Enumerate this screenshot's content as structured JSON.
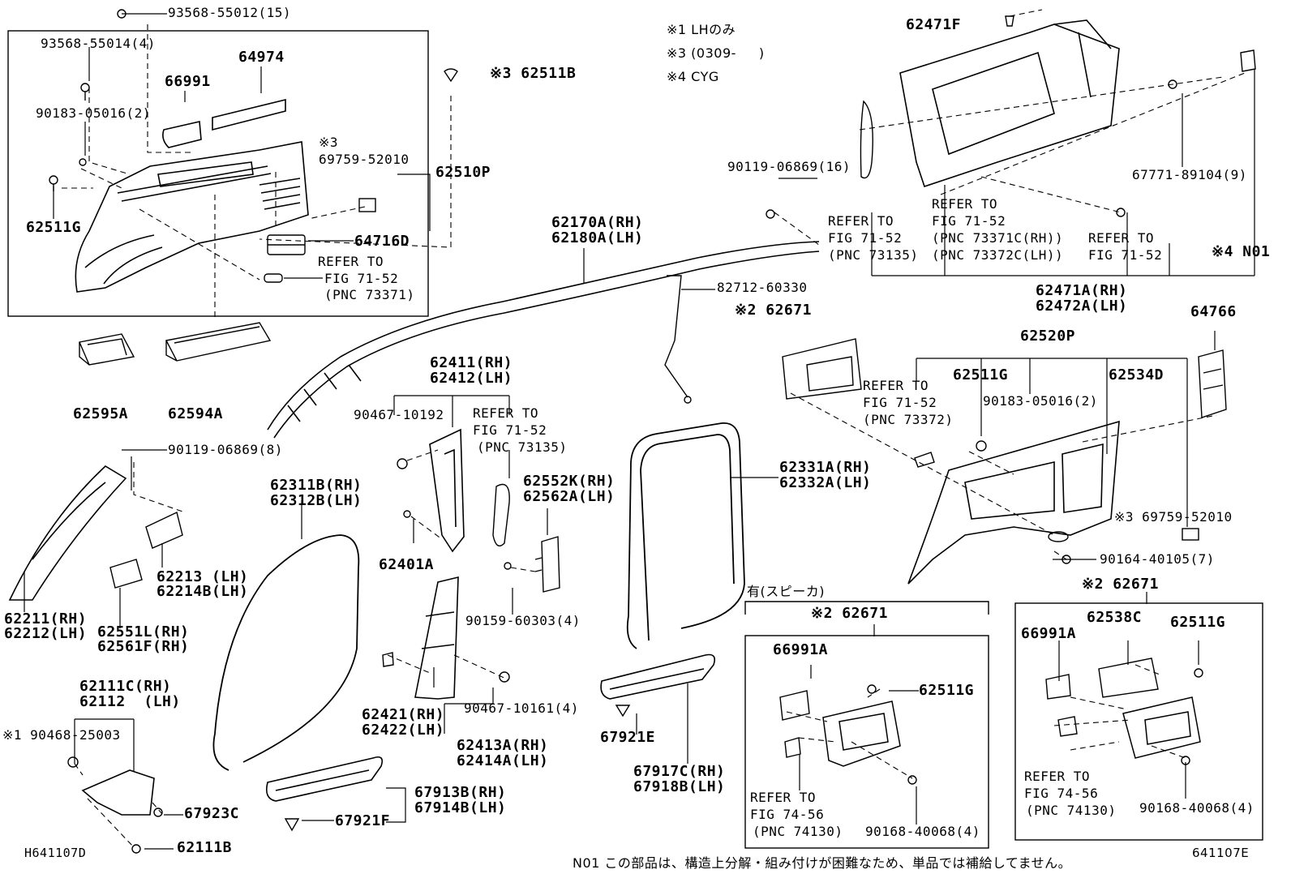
{
  "notes": {
    "note1": "※1 LHのみ",
    "note3": "※3 (0309-     )",
    "note4": "※4 CYG",
    "footer": "N01 この部品は、構造上分解・組み付けが困難なため、単品では補給してません。"
  },
  "codes": {
    "left": "H641107D",
    "right": "641107E"
  },
  "labels": {
    "p93568_55012": "93568-55012(15)",
    "p93568_55014": "93568-55014(4)",
    "p64974": "64974",
    "p66991": "66991",
    "p90183_05016_a": "90183-05016(2)",
    "p62511b": "※3 62511B",
    "note_x3": "※3",
    "p69759_a": "69759-52010",
    "p62510p": "62510P",
    "p62511g_a": "62511G",
    "p64716d": "64716D",
    "ref_73371_1": "REFER TO",
    "ref_73371_2": "FIG 71-52",
    "ref_73371_3": "(PNC 73371)",
    "p62595a": "62595A",
    "p62594a": "62594A",
    "p62471f": "62471F",
    "p90119_16": "90119-06869(16)",
    "ref_73135_a1": "REFER TO",
    "ref_73135_a2": "FIG 71-52",
    "ref_73135_a3": "(PNC 73135)",
    "ref_7337x_1": "REFER TO",
    "ref_7337x_2": "FIG 71-52",
    "ref_7337x_3": "(PNC 73371C(RH))",
    "ref_7337x_4": "(PNC 73372C(LH))",
    "ref_top_1": "REFER TO",
    "ref_top_2": "FIG 71-52",
    "p67771": "67771-89104(9)",
    "p_n01": "※4 N01",
    "p62471a": "62471A(RH)",
    "p62472a": "62472A(LH)",
    "p62170a": "62170A(RH)",
    "p62180a": "62180A(LH)",
    "p82712": "82712-60330",
    "p62671_a": "※2 62671",
    "p64766": "64766",
    "p62520p": "62520P",
    "ref_73372_1": "REFER TO",
    "ref_73372_2": "FIG 71-52",
    "ref_73372_3": "(PNC 73372)",
    "p62511g_b": "62511G",
    "p90183_05016_b": "90183-05016(2)",
    "p62534d": "62534D",
    "p69759_b": "※3 69759-52010",
    "p90164": "90164-40105(7)",
    "p62411": "62411(RH)",
    "p62412": "62412(LH)",
    "p90467_10192": "90467-10192",
    "ref_73135_b1": "REFER TO",
    "ref_73135_b2": "FIG 71-52",
    "ref_73135_b3": "(PNC 73135)",
    "p62552k": "62552K(RH)",
    "p62562a": "62562A(LH)",
    "p62401a": "62401A",
    "p90159": "90159-60303(4)",
    "p90119_8": "90119-06869(8)",
    "p62311b": "62311B(RH)",
    "p62312b": "62312B(LH)",
    "p62331a": "62331A(RH)",
    "p62332a": "62332A(LH)",
    "p62211": "62211(RH)",
    "p62212": "62212(LH)",
    "p62213": "62213 (LH)",
    "p62214b": "62214B(LH)",
    "p62551l": "62551L(RH)",
    "p62561f": "62561F(RH)",
    "p62421": "62421(RH)",
    "p62422": "62422(LH)",
    "p90467_10161": "90467-10161(4)",
    "p62413a": "62413A(RH)",
    "p62414a": "62414A(LH)",
    "p62111c": "62111C(RH)",
    "p62112": "62112  (LH)",
    "p90468": "※1 90468-25003",
    "p67923c": "67923C",
    "p62111b": "62111B",
    "p67913b": "67913B(RH)",
    "p67914b": "67914B(LH)",
    "p67921f": "67921F",
    "p67921e": "67921E",
    "p67917c": "67917C(RH)",
    "p67918b": "67918B(LH)",
    "speaker_hdr": "有(スピーカ)",
    "p62671_b": "※2 62671",
    "p66991a_b": "66991A",
    "p62511g_c": "62511G",
    "ref_74130_b1": "REFER TO",
    "ref_74130_b2": "FIG 74-56",
    "ref_74130_b3": "(PNC 74130)",
    "p90168_b": "90168-40068(4)",
    "p62671_c": "※2 62671",
    "p66991a_c": "66991A",
    "p62538c": "62538C",
    "p62511g_d": "62511G",
    "ref_74130_c1": "REFER TO",
    "ref_74130_c2": "FIG 74-56",
    "ref_74130_c3": "(PNC 74130)",
    "p90168_c": "90168-40068(4)"
  }
}
